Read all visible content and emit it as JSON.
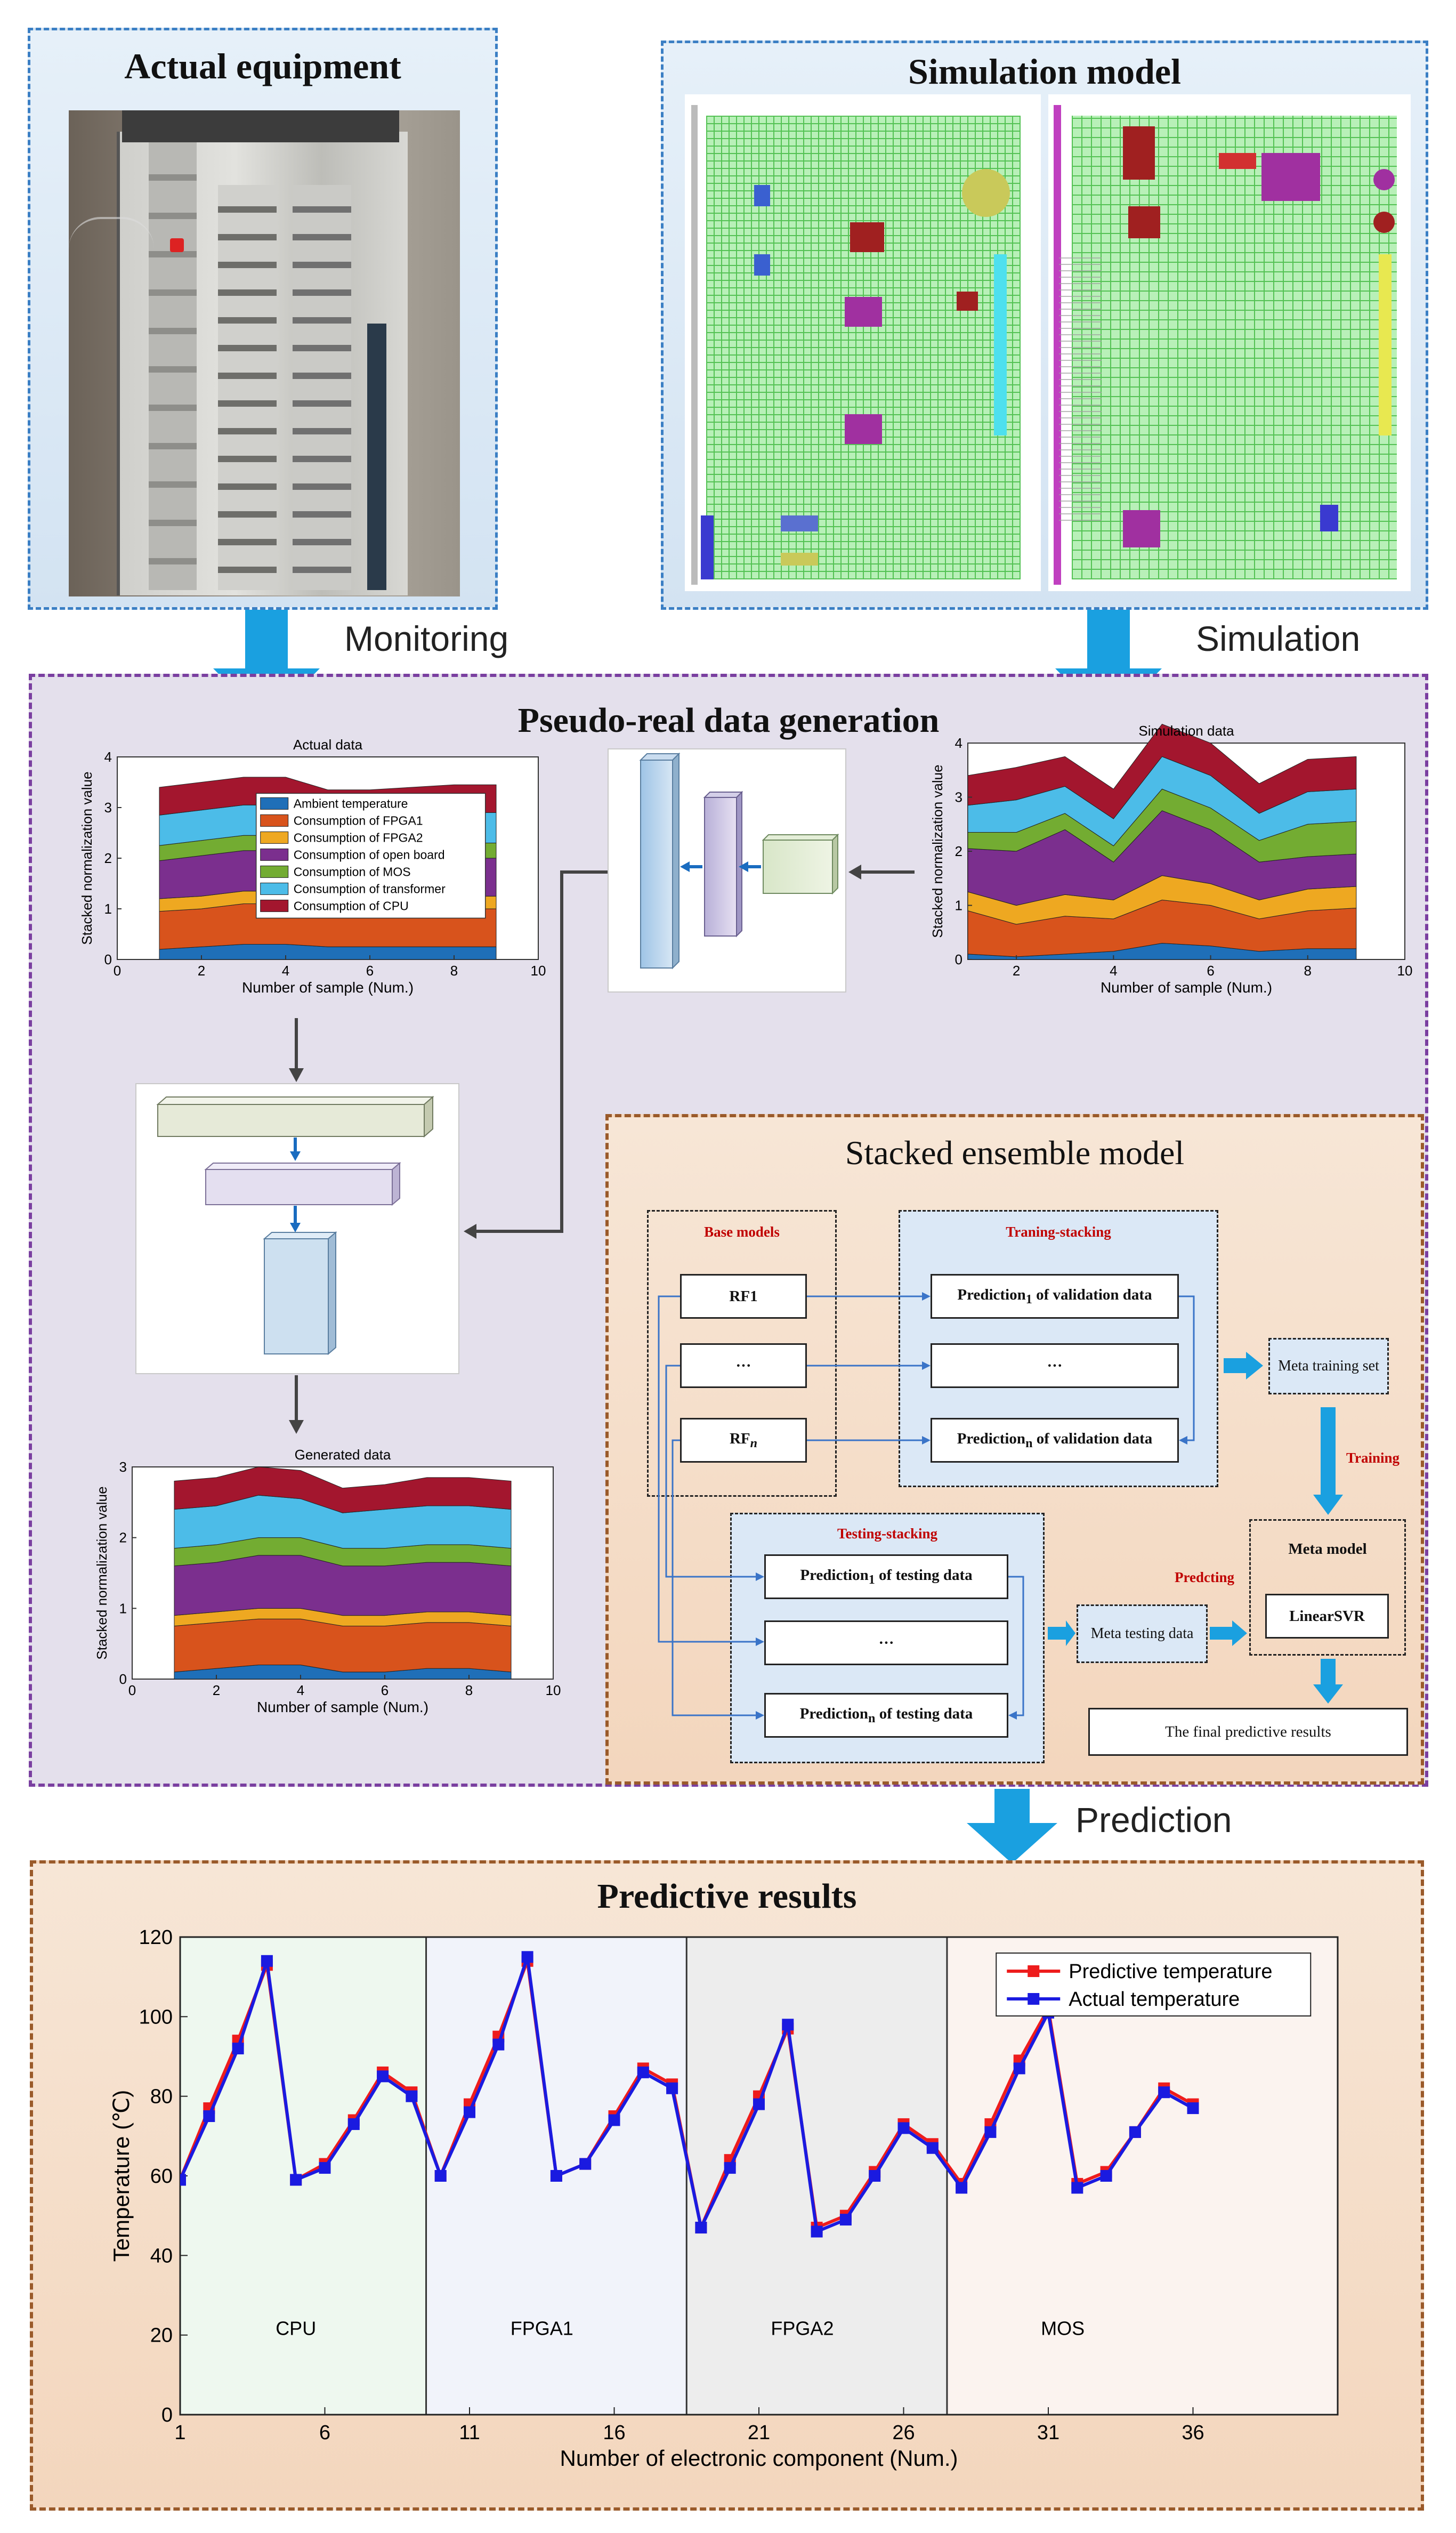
{
  "panels": {
    "actual_equipment": "Actual equipment",
    "simulation_model": "Simulation model",
    "pseudo_real": "Pseudo-real data generation",
    "stacked_ensemble": "Stacked ensemble model",
    "predictive_results": "Predictive results"
  },
  "flow_labels": {
    "monitoring": "Monitoring",
    "simulation": "Simulation",
    "prediction": "Prediction"
  },
  "stack_charts": {
    "actual": {
      "title": "Actual data",
      "xlabel": "Number of sample (Num.)",
      "ylabel": "Stacked normalization value",
      "ylim": [
        0,
        4
      ],
      "yticks": [
        "0",
        "1",
        "2",
        "3",
        "4"
      ],
      "xticks": [
        "0",
        "2",
        "4",
        "6",
        "8",
        "10"
      ]
    },
    "simulation": {
      "title": "Simulation data",
      "xlabel": "Number of sample (Num.)",
      "ylabel": "Stacked normalization value",
      "ylim": [
        0,
        4
      ],
      "yticks": [
        "0",
        "1",
        "2",
        "3",
        "4"
      ],
      "xticks": [
        "2",
        "4",
        "6",
        "8",
        "10"
      ]
    },
    "generated": {
      "title": "Generated data",
      "xlabel": "Number of sample (Num.)",
      "ylabel": "Stacked normalization value",
      "ylim": [
        0,
        3
      ],
      "yticks": [
        "0",
        "1",
        "2",
        "3"
      ],
      "xticks": [
        "0",
        "2",
        "4",
        "6",
        "8",
        "10"
      ]
    },
    "legend": [
      "Ambient temperature",
      "Consumption of FPGA1",
      "Consumption of FPGA2",
      "Consumption of open board",
      "Consumption of MOS",
      "Consumption of transformer",
      "Consumption of CPU"
    ],
    "colors": [
      "#1f6fb8",
      "#d8531c",
      "#eea821",
      "#7b2f8e",
      "#73ac32",
      "#4cbce8",
      "#a3162e"
    ]
  },
  "ensemble": {
    "base_models": "Base models",
    "training_stacking": "Traning-stacking",
    "testing_stacking": "Testing-stacking",
    "rf1": "RF1",
    "dots": "···",
    "rfn": "RF",
    "rfn_sub": "n",
    "pred1_val": "Prediction",
    "pred1_val_sub": "1",
    "pred_val_tail": " of validation data",
    "predn_sub": "n",
    "pred_test_tail": " of testing data",
    "meta_training_set": "Meta training set",
    "training": "Training",
    "meta_model": "Meta model",
    "linear_svr": "LinearSVR",
    "predcting": "Predcting",
    "meta_testing_data": "Meta testing data",
    "final": "The final predictive results"
  },
  "chart_data": {
    "type": "line",
    "title": "",
    "xlabel": "Number of electronic component (Num.)",
    "ylabel": "Temperature (℃)",
    "xlim": [
      1,
      41
    ],
    "ylim": [
      0,
      120
    ],
    "xticks": [
      1,
      6,
      11,
      16,
      21,
      26,
      31,
      36
    ],
    "yticks": [
      0,
      20,
      40,
      60,
      80,
      100,
      120
    ],
    "regions": [
      {
        "label": "CPU",
        "color": "#eef8ef"
      },
      {
        "label": "FPGA1",
        "color": "#f1f3fa"
      },
      {
        "label": "FPGA2",
        "color": "#ededed"
      },
      {
        "label": "MOS",
        "color": "#fbf3ef"
      }
    ],
    "region_bounds": [
      1,
      9.5,
      18.5,
      27.5,
      41
    ],
    "x": [
      1,
      2,
      3,
      4,
      5,
      6,
      7,
      8,
      9,
      10,
      11,
      12,
      13,
      14,
      15,
      16,
      17,
      18,
      19,
      20,
      21,
      22,
      23,
      24,
      25,
      26,
      27,
      28,
      29,
      30,
      31,
      32,
      33,
      34,
      35,
      36
    ],
    "series": [
      {
        "name": "Predictive temperature",
        "color": "#ee1c1c",
        "values": [
          59,
          77,
          94,
          113,
          59,
          63,
          74,
          86,
          81,
          60,
          78,
          95,
          114,
          60,
          63,
          75,
          87,
          83,
          47,
          64,
          80,
          97,
          47,
          50,
          61,
          73,
          68,
          58,
          73,
          89,
          102,
          58,
          61,
          71,
          82,
          78
        ]
      },
      {
        "name": "Actual temperature",
        "color": "#1a1ae0",
        "values": [
          59,
          75,
          92,
          114,
          59,
          62,
          73,
          85,
          80,
          60,
          76,
          93,
          115,
          60,
          63,
          74,
          86,
          82,
          47,
          62,
          78,
          98,
          46,
          49,
          60,
          72,
          67,
          57,
          71,
          87,
          101,
          57,
          60,
          71,
          81,
          77
        ]
      }
    ]
  }
}
